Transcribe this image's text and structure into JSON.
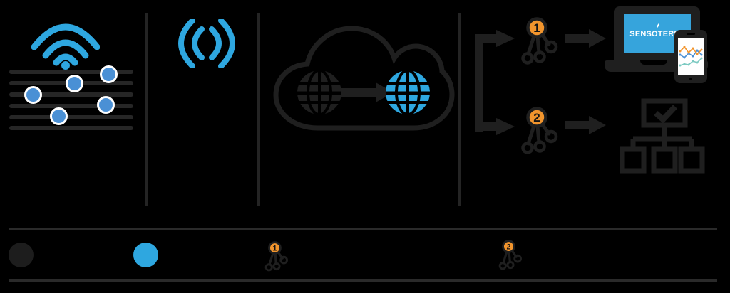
{
  "background": "#000000",
  "colors": {
    "artwork_stroke": "#1f1f1f",
    "guide_line": "#262626",
    "icon_blue": "#2ea7e0",
    "sensor_blue": "#4a90d5",
    "screen_blue": "#36a4dc",
    "accent_orange": "#f2952d",
    "chart_teal": "#7ccac2",
    "white": "#ffffff"
  },
  "flow": {
    "panel1": {
      "name": "soil-sensor-field",
      "icons": [
        "wifi-icon",
        "sensor-dots"
      ],
      "sensor_count": 5,
      "soil_line_count": 6
    },
    "panel2": {
      "name": "radio-signal",
      "icons": [
        "signal-arcs-icon"
      ]
    },
    "panel3": {
      "name": "cloud-processing",
      "icons": [
        "cloud-icon",
        "globe-dark-icon",
        "arrow-icon",
        "globe-blue-icon"
      ]
    },
    "panel4": {
      "name": "outputs",
      "node1": {
        "label": "1"
      },
      "node2": {
        "label": "2"
      },
      "brand": {
        "name": "SENSOTERRA"
      }
    }
  },
  "legend": {
    "items": [
      {
        "icon": "dark-dot"
      },
      {
        "icon": "blue-dot"
      },
      {
        "icon": "cluster-node",
        "label": "1"
      },
      {
        "icon": "cluster-node",
        "label": "2"
      }
    ]
  }
}
